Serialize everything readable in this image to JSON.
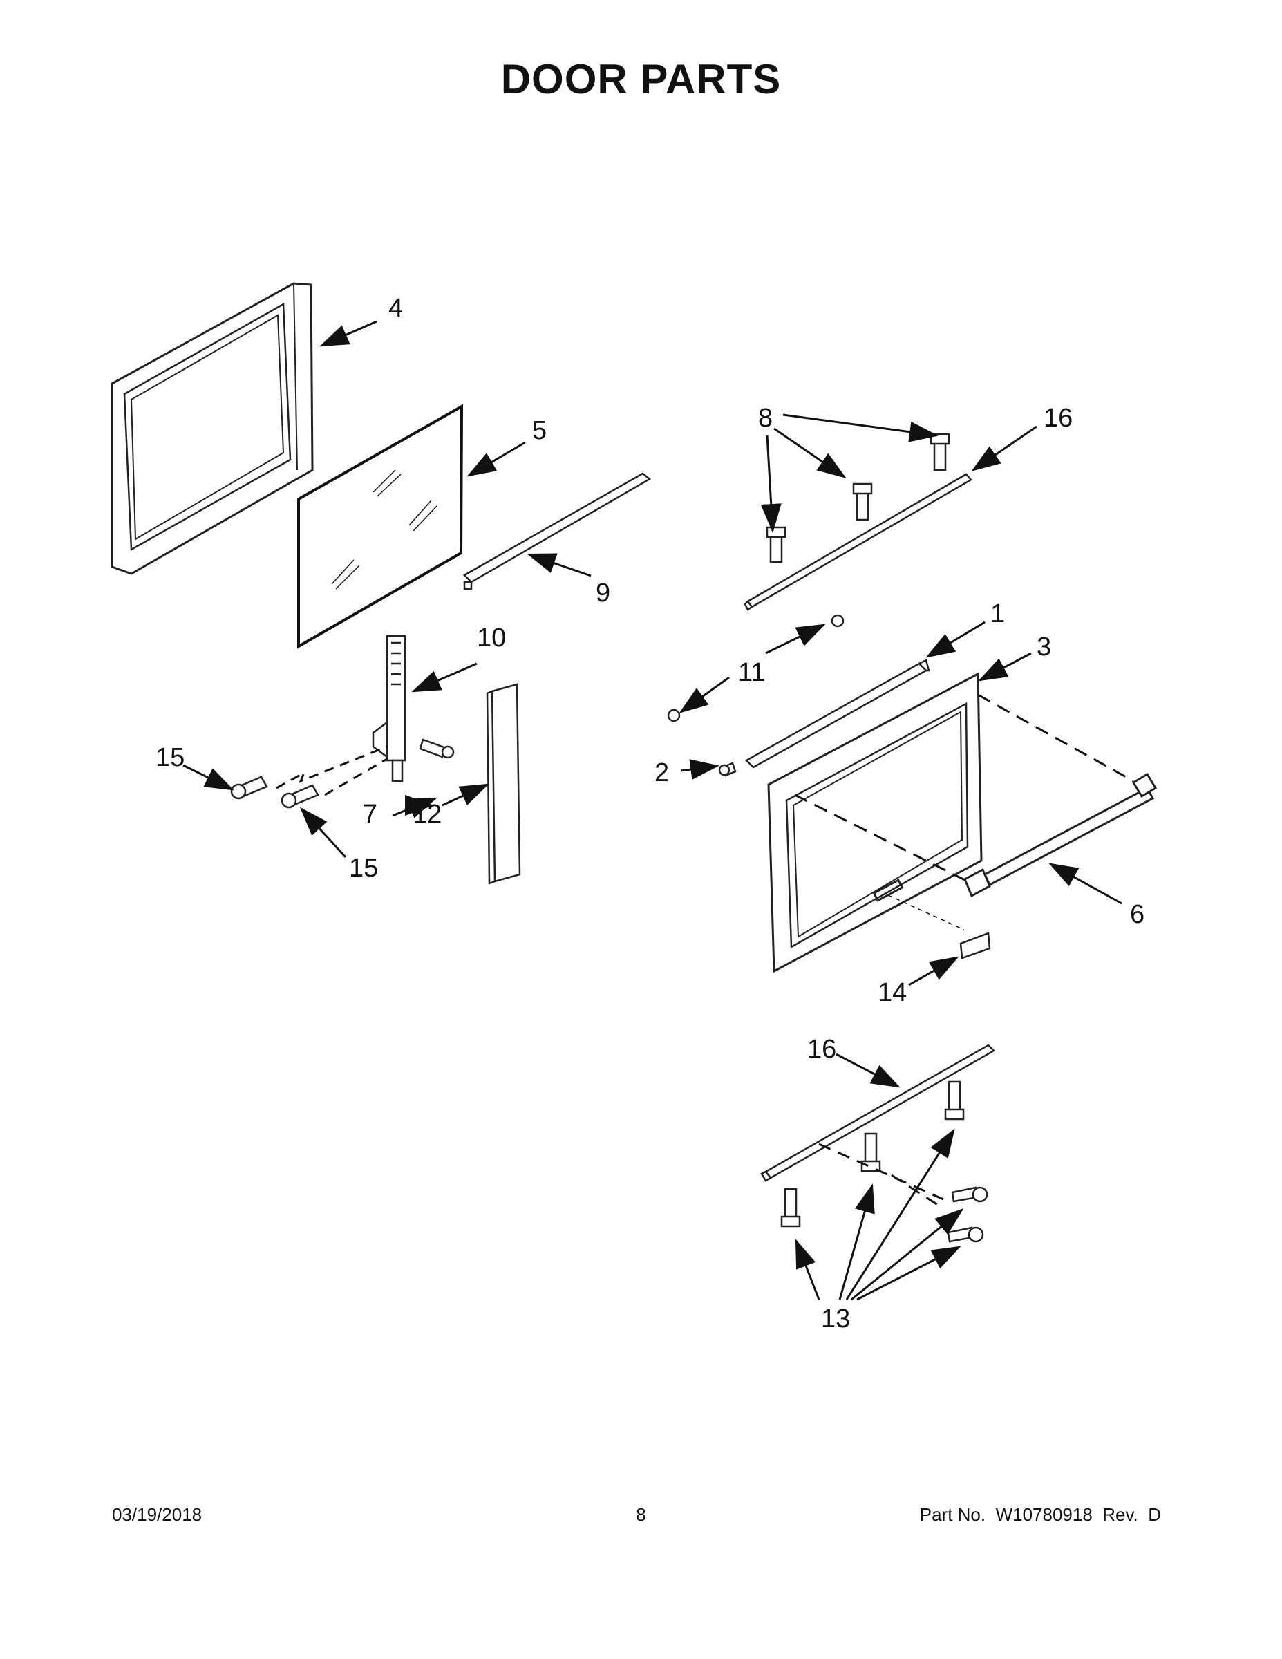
{
  "page": {
    "title": "DOOR PARTS"
  },
  "footer": {
    "date": "03/19/2018",
    "page_number": "8",
    "part_number": "Part No.  W10780918  Rev.  D"
  },
  "callouts": {
    "c1": "1",
    "c2": "2",
    "c3": "3",
    "c4": "4",
    "c5": "5",
    "c6": "6",
    "c7": "7",
    "c8": "8",
    "c9": "9",
    "c10": "10",
    "c11": "11",
    "c12": "12",
    "c13": "13",
    "c14": "14",
    "c15a": "15",
    "c15b": "15",
    "c16a": "16",
    "c16b": "16"
  }
}
